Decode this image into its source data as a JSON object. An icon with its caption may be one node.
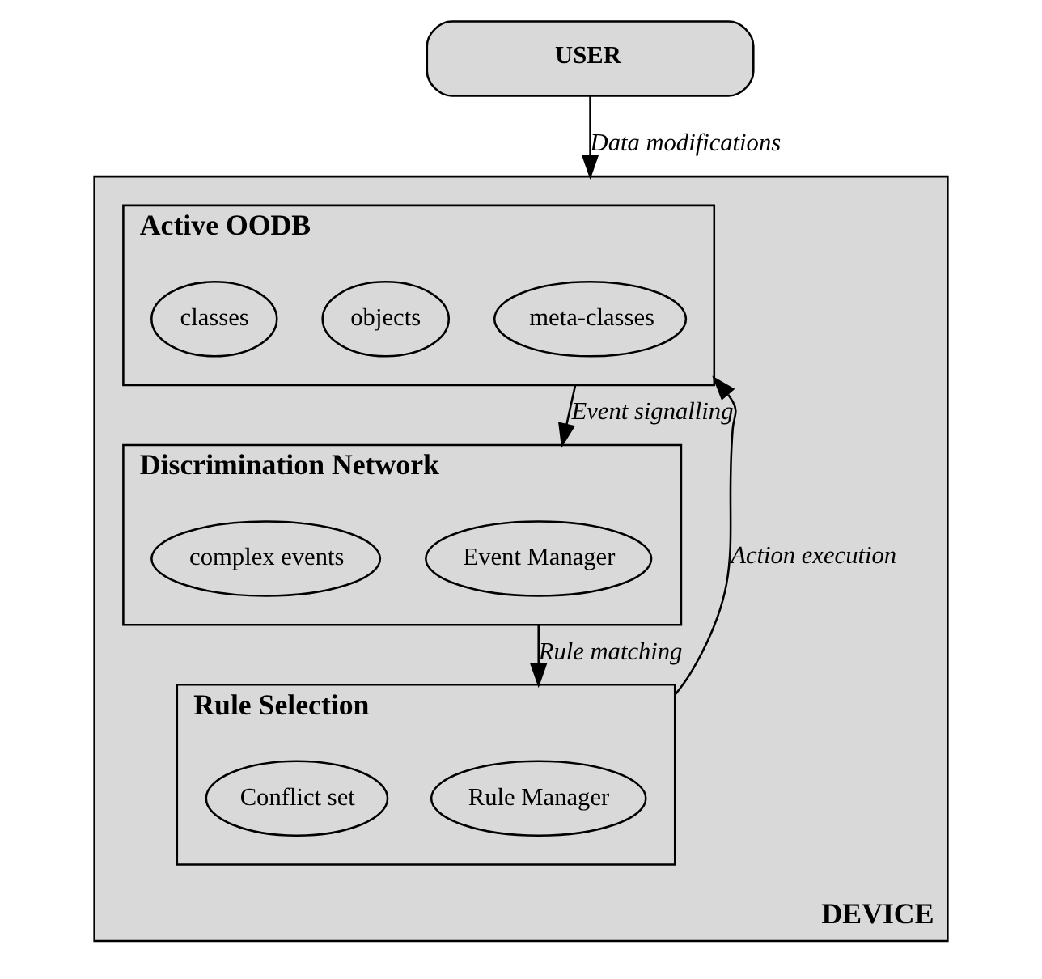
{
  "diagram": {
    "nodes": [
      {
        "text": [
          "USER"
        ]
      },
      {
        "text": [
          "DEVICE"
        ]
      },
      {
        "text": [
          "Active OODB"
        ],
        "in": 1
      },
      {
        "text": [
          "meta-classes"
        ],
        "in": 2
      },
      {
        "text": [
          "objects"
        ],
        "in": 2
      },
      {
        "text": [
          "classes"
        ],
        "in": 2
      },
      {
        "text": [
          "Discrimination Network"
        ],
        "in": 1
      },
      {
        "text": [
          "Event Manager"
        ],
        "in": 6
      },
      {
        "text": [
          "complex events"
        ],
        "in": 6
      },
      {
        "text": [
          "Rule Selection"
        ],
        "in": 1
      },
      {
        "text": [
          "Rule Manager"
        ],
        "in": 9
      },
      {
        "text": [
          "Conflict set"
        ],
        "in": 9
      }
    ],
    "edges": [
      {
        "from": 0,
        "to": 1,
        "arrow": "to",
        "label": "Data modifications"
      },
      {
        "from": 2,
        "to": 6,
        "arrow": "to",
        "label": "Event signalling"
      },
      {
        "from": 6,
        "to": 9,
        "arrow": "to",
        "label": "Rule matching"
      },
      {
        "from": 9,
        "to": 2,
        "arrow": "to",
        "label": "Action execution"
      }
    ]
  }
}
